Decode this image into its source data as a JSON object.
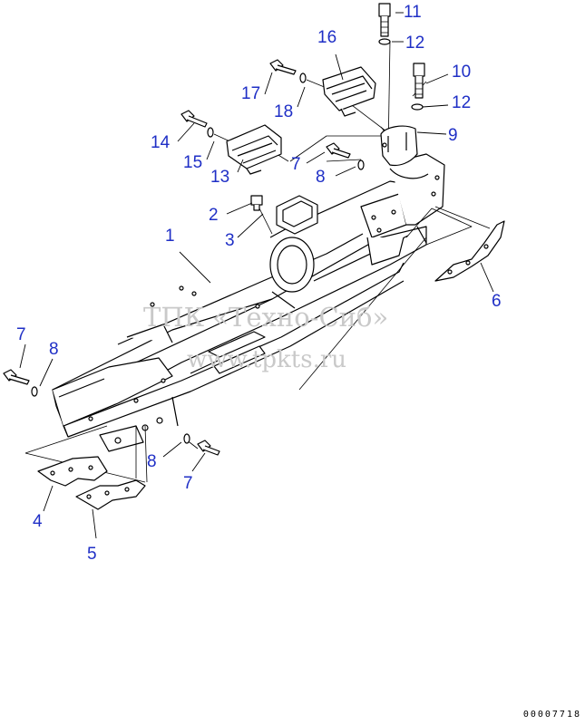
{
  "watermark": {
    "line1": "ТПК «Техно-Сиб»",
    "line2": "www.tpkts.ru"
  },
  "drawing_number": "00007718",
  "callouts": {
    "c1": "1",
    "c2": "2",
    "c3": "3",
    "c4": "4",
    "c5": "5",
    "c6": "6",
    "c7a": "7",
    "c7b": "7",
    "c7c": "7",
    "c8a": "8",
    "c8b": "8",
    "c8c": "8",
    "c9": "9",
    "c10": "10",
    "c11": "11",
    "c12a": "12",
    "c12b": "12",
    "c13": "13",
    "c14": "14",
    "c15": "15",
    "c16": "16",
    "c17": "17",
    "c18": "18"
  },
  "colors": {
    "callout": "#1f2fc6",
    "line": "#000000",
    "watermark": "#c9c9c9"
  }
}
